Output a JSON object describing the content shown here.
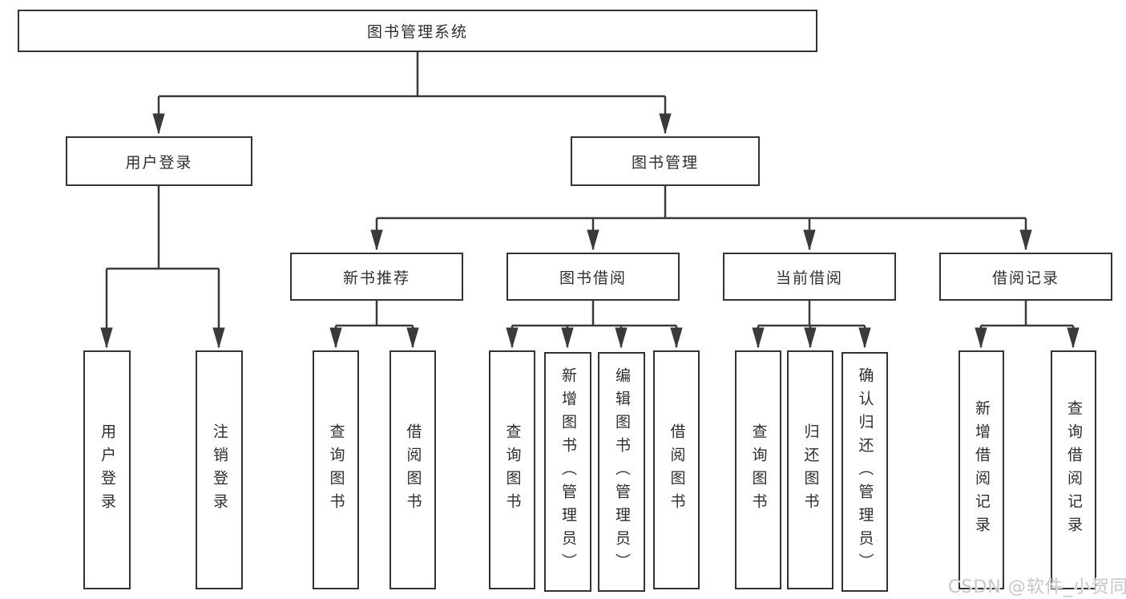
{
  "diagram": {
    "root": {
      "label": "图书管理系统",
      "children": [
        {
          "label": "用户登录",
          "children": [
            {
              "label": "用户登录"
            },
            {
              "label": "注销登录"
            }
          ]
        },
        {
          "label": "图书管理",
          "children": [
            {
              "label": "新书推荐",
              "children": [
                {
                  "label": "查询图书"
                },
                {
                  "label": "借阅图书"
                }
              ]
            },
            {
              "label": "图书借阅",
              "children": [
                {
                  "label": "查询图书"
                },
                {
                  "label": "新增图书（管理员）"
                },
                {
                  "label": "编辑图书（管理员）"
                },
                {
                  "label": "借阅图书"
                }
              ]
            },
            {
              "label": "当前借阅",
              "children": [
                {
                  "label": "查询图书"
                },
                {
                  "label": "归还图书"
                },
                {
                  "label": "确认归还（管理员）"
                }
              ]
            },
            {
              "label": "借阅记录",
              "children": [
                {
                  "label": "新增借阅记录"
                },
                {
                  "label": "查询借阅记录"
                }
              ]
            }
          ]
        }
      ]
    },
    "line_color": "#3a3a3a"
  },
  "watermark": {
    "text": "CSDN @软件_小贺同学"
  }
}
